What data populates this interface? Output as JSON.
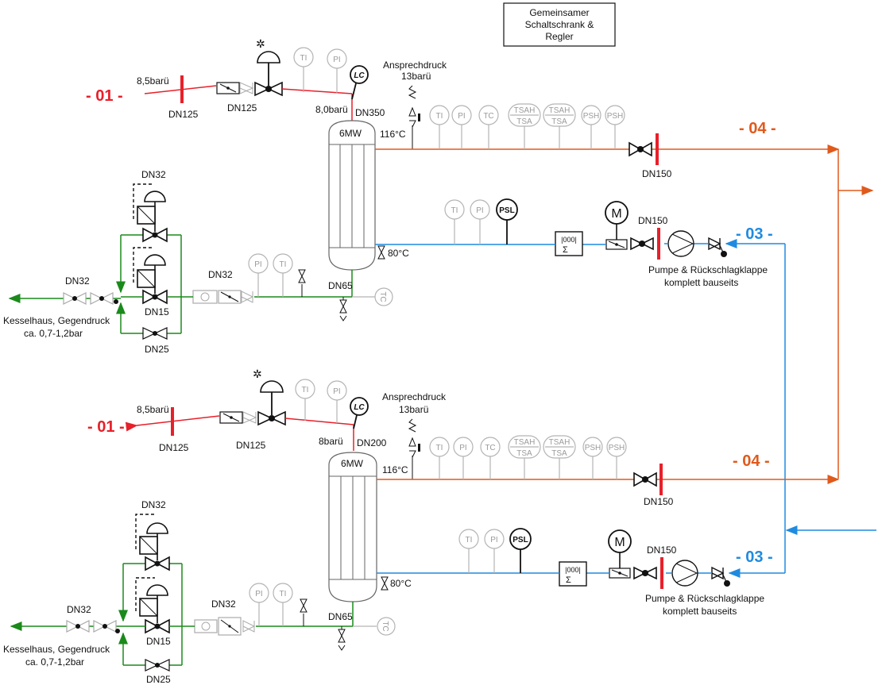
{
  "panel_box": {
    "line1": "Gemeinsamer",
    "line2": "Schaltschrank &",
    "line3": "Regler"
  },
  "streams": {
    "steam_in": "- 01 -",
    "return": "- 03 -",
    "supply": "- 04 -"
  },
  "labels": {
    "dn125": "DN125",
    "dn150": "DN150",
    "dn32": "DN32",
    "dn15": "DN15",
    "dn25": "DN25",
    "dn65": "DN65",
    "dn350": "DN350",
    "dn200": "DN200",
    "pressure_in": "8,5barü",
    "pressure_8_0": "8,0barü",
    "pressure_8": "8barü",
    "relief_title": "Ansprechdruck",
    "relief_value": "13barü",
    "power": "6MW",
    "t_hot": "116°C",
    "t_cold": "80°C",
    "pump_line1": "Pumpe & Rückschlagklappe",
    "pump_line2": "komplett bauseits",
    "outlet_line1": "Kesselhaus, Gegendruck",
    "outlet_line2": "ca. 0,7-1,2bar"
  },
  "instruments": {
    "ti": "TI",
    "pi": "PI",
    "tc": "TC",
    "tsah": "TSAH",
    "tsa": "TSA",
    "psh": "PSH",
    "psl": "PSL",
    "lc": "LC",
    "motor": "M",
    "counter": "|000|",
    "sigma": "Σ"
  },
  "colors": {
    "steam": "#e8202a",
    "supply": "#e05a1c",
    "return": "#1f8be0",
    "condensate": "#1a8a1a",
    "equipment": "#111111",
    "instrument": "#b4b4b4"
  }
}
